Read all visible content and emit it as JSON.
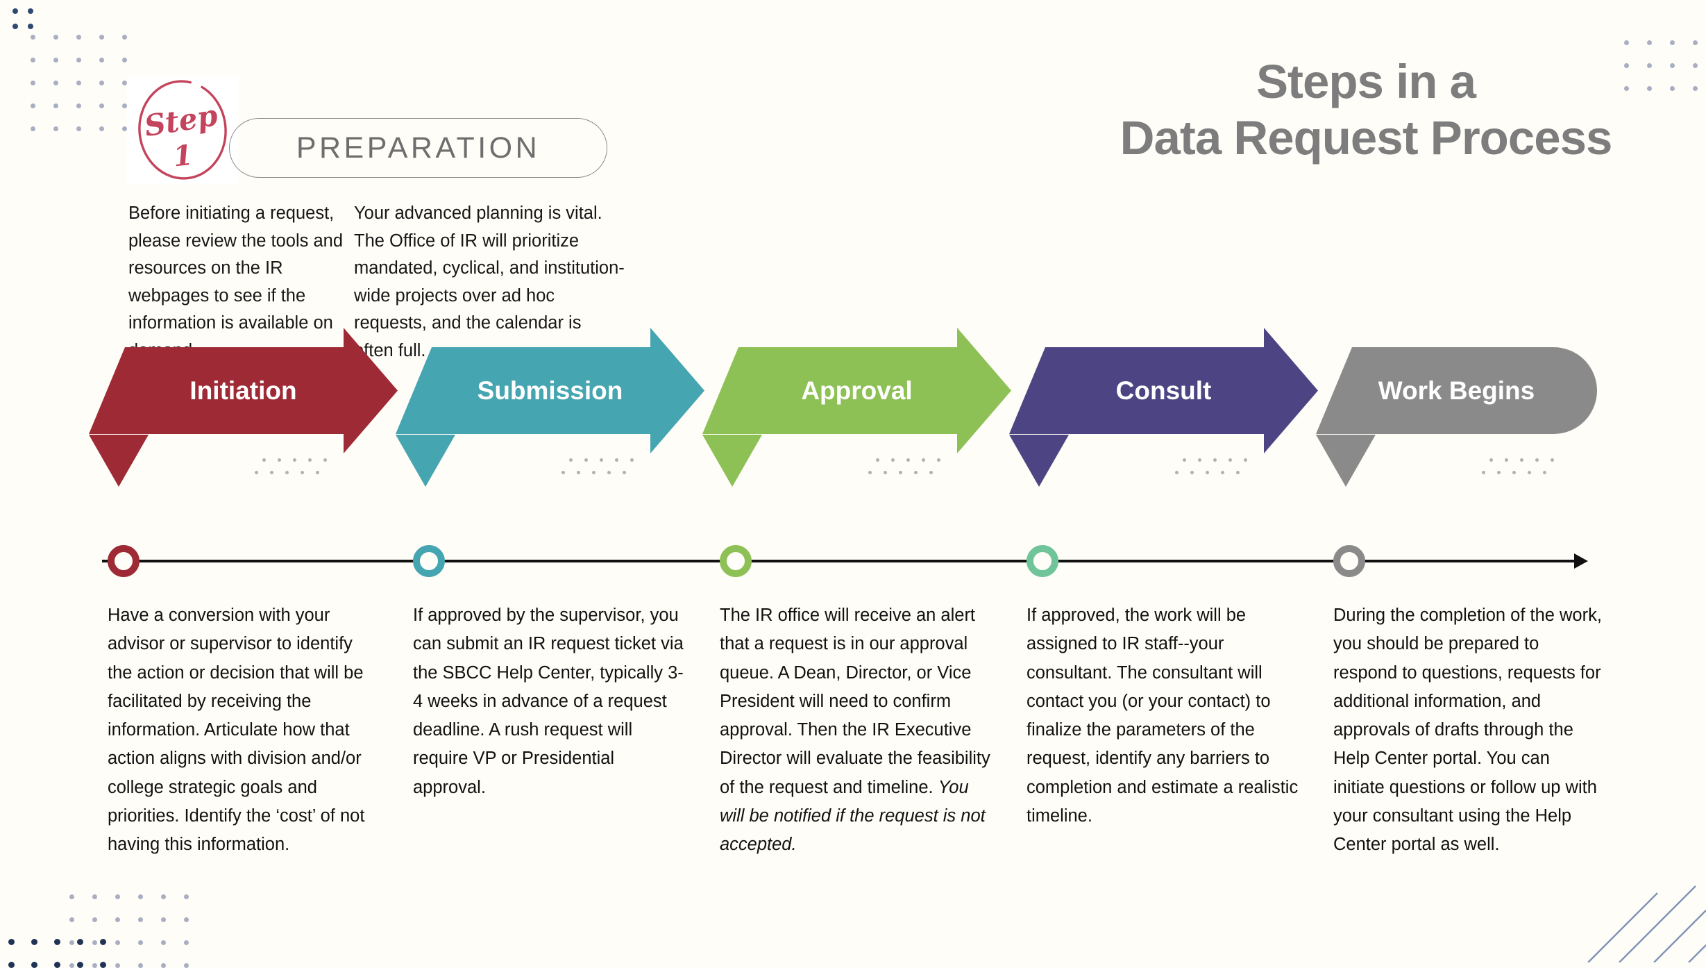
{
  "header": {
    "title_line1": "Steps in a",
    "title_line2": "Data Request Process",
    "title_color": "#7d7d7d"
  },
  "step_badge": {
    "word": "Step",
    "number": "1",
    "color": "#c3445c"
  },
  "preparation": {
    "pill_label": "PREPARATION",
    "paragraph_1": "Before initiating a request, please review the tools and resources on the IR webpages to see if the information is available on demand",
    "paragraph_2": "Your advanced planning is  vital. The Office of IR will prioritize mandated, cyclical, and institution-wide projects over ad hoc requests, and the calendar is often full."
  },
  "stages": [
    {
      "label": "Initiation",
      "color": "#9e2a35",
      "dot_color": "#9e2a35",
      "shape": "arrow",
      "description": "Have a conversion with your advisor or supervisor to identify the action or decision that will be facilitated by receiving the information. Articulate how that action aligns with division and/or college strategic goals and priorities. Identify the ‘cost’ of not having this information."
    },
    {
      "label": "Submission",
      "color": "#45a5b0",
      "dot_color": "#45a5b0",
      "shape": "arrow",
      "description": "If approved by the supervisor, you can submit an IR request ticket via the SBCC Help Center, typically 3-4 weeks in advance of a request deadline. A rush request will require VP or Presidential approval."
    },
    {
      "label": "Approval",
      "color": "#8dc055",
      "dot_color": "#8dc055",
      "shape": "arrow",
      "description_plain": "The IR office will receive an alert that a request is in our approval queue. A Dean, Director, or Vice President will need to confirm approval. Then the IR Executive Director will evaluate the feasibility of the request and timeline. ",
      "description_italic": "You will be notified if the request is not accepted."
    },
    {
      "label": "Consult",
      "color": "#4d4583",
      "dot_color": "#6fc49a",
      "shape": "arrow",
      "description": "If approved, the work will be assigned to IR staff--your consultant. The consultant will contact you (or your contact) to finalize the parameters of the request, identify any barriers to completion and estimate a realistic timeline."
    },
    {
      "label": "Work Begins",
      "color": "#8a8a8a",
      "dot_color": "#8a8a8a",
      "shape": "rounded",
      "description": "During the completion of the work, you should be prepared to respond to questions, requests for additional information, and approvals of drafts through the Help Center portal. You can initiate questions or follow up with your consultant using the Help Center portal as well."
    }
  ],
  "decor": {
    "dot_dark": "#2e4a72",
    "dot_light": "#a9aec2",
    "dot_navy": "#1f3354",
    "dot_grey": "#b4b0ab",
    "line_color": "#7f95b8",
    "timeline_color": "#111111"
  }
}
